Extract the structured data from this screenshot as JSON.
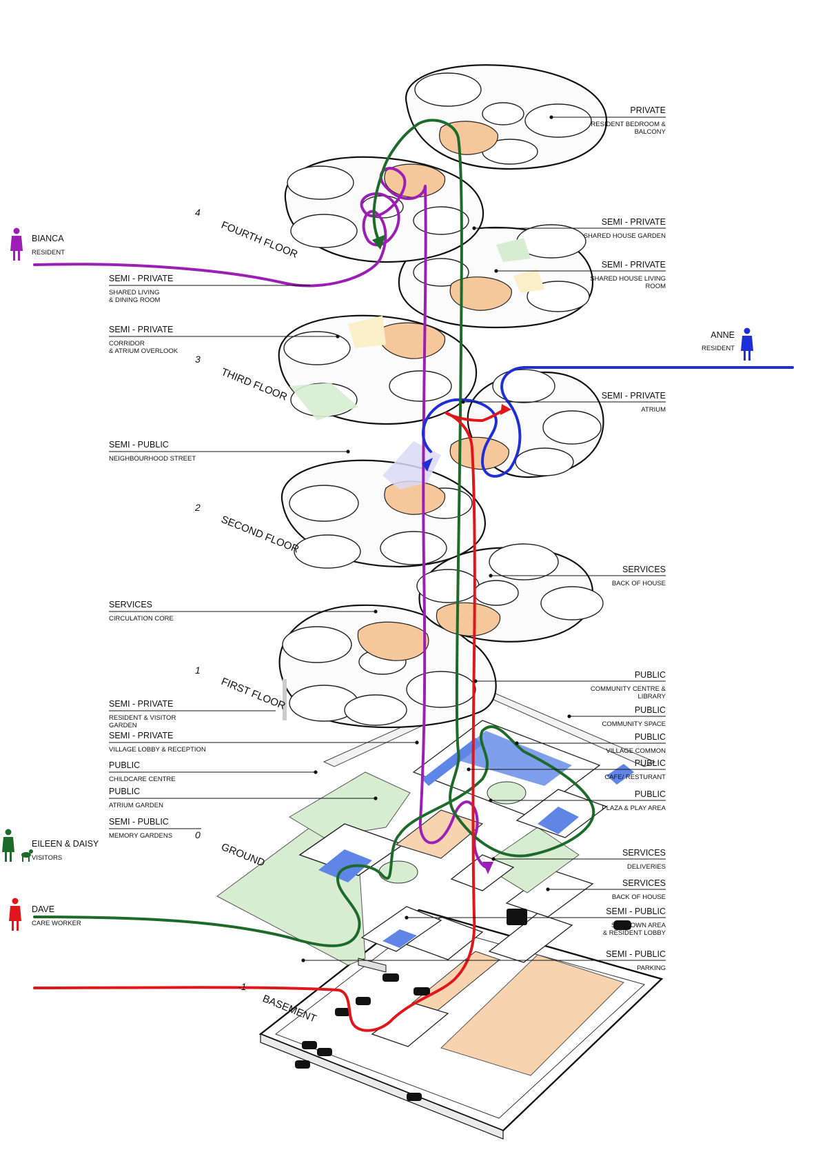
{
  "colors": {
    "bianca": "#9b1fb5",
    "anne": "#1f2fd6",
    "visitors": "#1d6a2a",
    "dave": "#e0161b",
    "private_fill": "#dfe7f7",
    "semi_private_garden": "#d7ecd1",
    "semi_private_living": "#fbefc9",
    "core_fill": "#f6c79a",
    "semi_public_street": "#dcd8f6",
    "public_blue": "#5f86e6",
    "basement_fill": "#f8d3b0"
  },
  "floors": [
    {
      "num": "4",
      "name": "FOURTH FLOOR"
    },
    {
      "num": "3",
      "name": "THIRD FLOOR"
    },
    {
      "num": "2",
      "name": "SECOND FLOOR"
    },
    {
      "num": "1",
      "name": "FIRST FLOOR"
    },
    {
      "num": "0",
      "name": "GROUND"
    },
    {
      "num": "-1",
      "name": "BASEMENT"
    }
  ],
  "people": [
    {
      "name": "BIANCA",
      "role": "RESIDENT",
      "color_key": "bianca"
    },
    {
      "name": "ANNE",
      "role": "RESIDENT",
      "color_key": "anne"
    },
    {
      "name": "EILEEN & DAISY",
      "role": "VISITORS",
      "color_key": "visitors"
    },
    {
      "name": "DAVE",
      "role": "CARE WORKER",
      "color_key": "dave"
    }
  ],
  "labels_right": [
    {
      "category": "PRIVATE",
      "detail": [
        "RESIDENT BEDROOM &",
        "BALCONY"
      ]
    },
    {
      "category": "SEMI - PRIVATE",
      "detail": [
        "SHARED HOUSE GARDEN"
      ]
    },
    {
      "category": "SEMI - PRIVATE",
      "detail": [
        "SHARED HOUSE LIVING",
        "ROOM"
      ]
    },
    {
      "category": "SEMI - PRIVATE",
      "detail": [
        "ATRIUM"
      ]
    },
    {
      "category": "SERVICES",
      "detail": [
        "BACK OF HOUSE"
      ]
    },
    {
      "category": "PUBLIC",
      "detail": [
        "COMMUNITY CENTRE &",
        "LIBRARY"
      ]
    },
    {
      "category": "PUBLIC",
      "detail": [
        "COMMUNITY SPACE"
      ]
    },
    {
      "category": "PUBLIC",
      "detail": [
        "VILLAGE COMMON"
      ]
    },
    {
      "category": "PUBLIC",
      "detail": [
        "CAFE/ RESTURANT"
      ]
    },
    {
      "category": "PUBLIC",
      "detail": [
        "PLAZA & PLAY AREA"
      ]
    },
    {
      "category": "SERVICES",
      "detail": [
        "DELIVERIES"
      ]
    },
    {
      "category": "SERVICES",
      "detail": [
        "BACK OF HOUSE"
      ]
    },
    {
      "category": "SEMI - PUBLIC",
      "detail": [
        "SET DOWN AREA",
        "& RESIDENT LOBBY"
      ]
    },
    {
      "category": "SEMI - PUBLIC",
      "detail": [
        "PARKING"
      ]
    }
  ],
  "labels_left": [
    {
      "category": "SEMI - PRIVATE",
      "detail": [
        "SHARED LIVING",
        "& DINING ROOM"
      ]
    },
    {
      "category": "SEMI - PRIVATE",
      "detail": [
        "CORRIDOR",
        "& ATRIUM OVERLOOK"
      ]
    },
    {
      "category": "SEMI - PUBLIC",
      "detail": [
        "NEIGHBOURHOOD STREET"
      ]
    },
    {
      "category": "SERVICES",
      "detail": [
        "CIRCULATION CORE"
      ]
    },
    {
      "category": "SEMI - PRIVATE",
      "detail": [
        "RESIDENT & VISITOR",
        "GARDEN"
      ]
    },
    {
      "category": "SEMI - PRIVATE",
      "detail": [
        "VILLAGE LOBBY & RECEPTION"
      ]
    },
    {
      "category": "PUBLIC",
      "detail": [
        "CHILDCARE CENTRE"
      ]
    },
    {
      "category": "PUBLIC",
      "detail": [
        "ATRIUM GARDEN"
      ]
    },
    {
      "category": "SEMI - PUBLIC",
      "detail": [
        "MEMORY GARDENS"
      ]
    }
  ]
}
